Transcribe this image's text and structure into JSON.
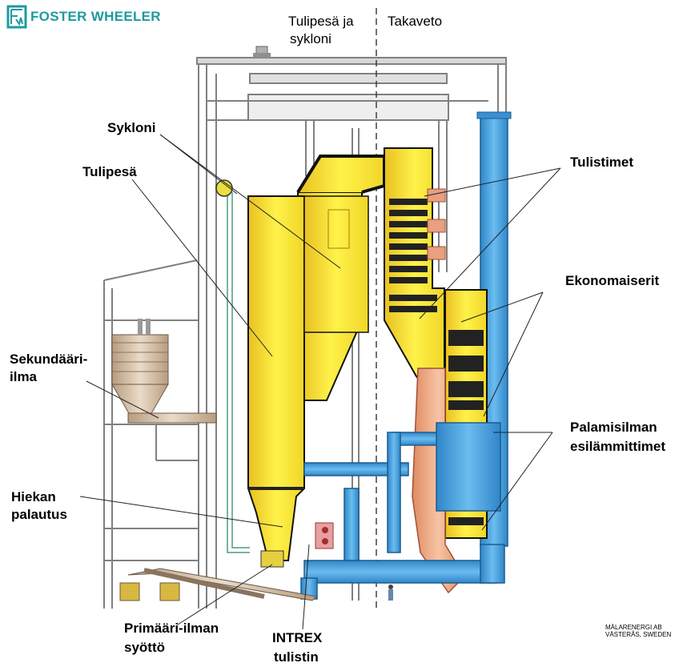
{
  "logo": {
    "text": "FOSTER WHEELER",
    "mark": "FW",
    "color": "#1e9aa0"
  },
  "headers": {
    "left_line1": "Tulipesä ja",
    "left_line2": "sykloni",
    "right": "Takaveto"
  },
  "labels": {
    "sykloni": "Sykloni",
    "tulipesa": "Tulipesä",
    "sekundaari_1": "Sekundääri-",
    "sekundaari_2": "ilma",
    "hiekan_1": "Hiekan",
    "hiekan_2": "palautus",
    "primaari_1": "Primääri-ilman",
    "primaari_2": "syöttö",
    "intrex_1": "INTREX",
    "intrex_2": "tulistin",
    "tulistimet": "Tulistimet",
    "ekonomaiserit": "Ekonomaiserit",
    "palamis_1": "Palamisilman",
    "palamis_2": "esilämmittimet"
  },
  "credit": {
    "line1": "MÄLARENERGI AB",
    "line2": "VÄSTERÅS, SWEDEN"
  },
  "colors": {
    "furnace": "#f5e830",
    "duct_blue": "#3a9ad9",
    "air_heater_orange": "#e6a07a",
    "pipe_green": "#9fdcc0",
    "steel": "#7a7a7a",
    "tan": "#cdb7a0"
  }
}
